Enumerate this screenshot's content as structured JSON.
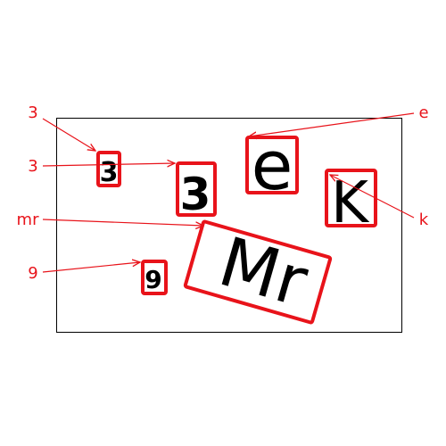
{
  "callouts_left": [
    {
      "id": "cl-1",
      "label": "3"
    },
    {
      "id": "cl-2",
      "label": "3"
    },
    {
      "id": "cl-3",
      "label": "mr"
    },
    {
      "id": "cl-4",
      "label": "9"
    }
  ],
  "callouts_right": [
    {
      "id": "cr-1",
      "label": "e"
    },
    {
      "id": "cr-2",
      "label": "k"
    }
  ],
  "characters": [
    {
      "id": "ch-3-small",
      "text": "3"
    },
    {
      "id": "ch-3-large",
      "text": "3"
    },
    {
      "id": "ch-e",
      "text": "e"
    },
    {
      "id": "ch-k",
      "text": "K"
    },
    {
      "id": "ch-mr",
      "text": "Mr"
    },
    {
      "id": "ch-9",
      "text": "9"
    }
  ],
  "colors": {
    "annotation": "#e8131a",
    "glyph": "#000000",
    "frame": "#000000",
    "background": "#ffffff"
  }
}
